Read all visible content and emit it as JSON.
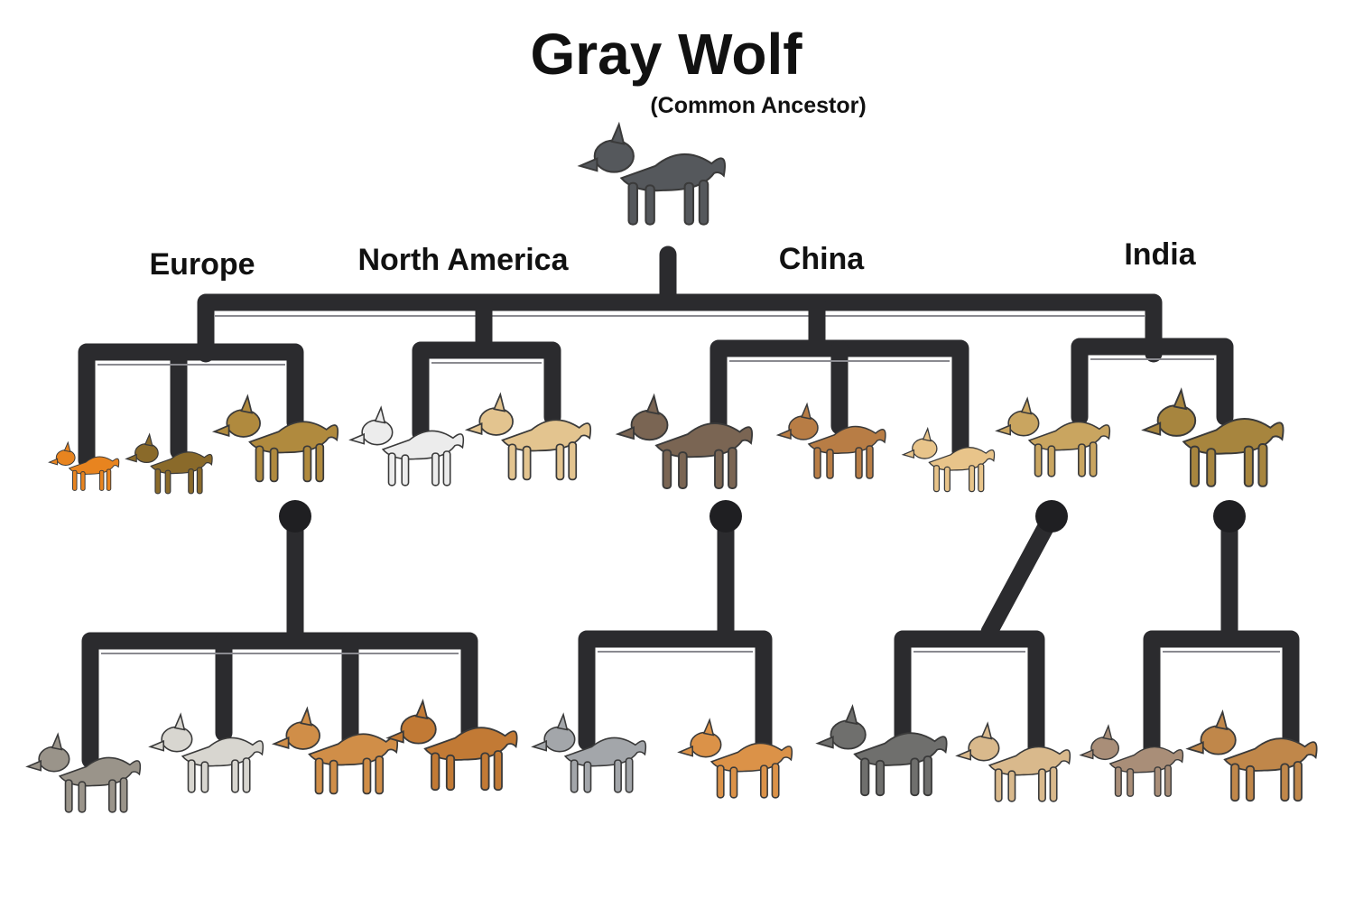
{
  "title": "Gray Wolf",
  "subtitle": "(Common Ancestor)",
  "regions": [
    "Europe",
    "North America",
    "China",
    "India"
  ],
  "colors": {
    "branch": "#2b2b2e",
    "wolf": "#4e5054",
    "text": "#111111"
  },
  "animals": [
    {
      "name": "wolf-illustration",
      "color": "#55585c"
    },
    {
      "name": "pomeranian-dog",
      "color": "#e8841f"
    },
    {
      "name": "terrier-dog",
      "color": "#8a6a2a"
    },
    {
      "name": "golden-hound-dog",
      "color": "#b08a3e"
    },
    {
      "name": "samoyed-dog",
      "color": "#ececec"
    },
    {
      "name": "cream-spitz-dog",
      "color": "#e3c48f"
    },
    {
      "name": "brown-village-dog",
      "color": "#7a6553"
    },
    {
      "name": "chow-chow-dog",
      "color": "#b87d45"
    },
    {
      "name": "pekingese-dog",
      "color": "#e8c48a"
    },
    {
      "name": "sighthound-dog",
      "color": "#c9a560"
    },
    {
      "name": "bloodhound-dog",
      "color": "#a7853e"
    },
    {
      "name": "pug-dog",
      "color": "#9a948a"
    },
    {
      "name": "white-mastiff-dog",
      "color": "#d8d6d0"
    },
    {
      "name": "orange-mastiff-dog",
      "color": "#d08e48"
    },
    {
      "name": "rust-pointer-dog",
      "color": "#c27a35"
    },
    {
      "name": "gray-husky-dog",
      "color": "#a3a6aa"
    },
    {
      "name": "orange-short-dog",
      "color": "#db9248"
    },
    {
      "name": "gray-shaggy-dog",
      "color": "#6f6f6d"
    },
    {
      "name": "merle-collie-dog",
      "color": "#d9b98c"
    },
    {
      "name": "spotted-terrier-dog",
      "color": "#a98e78"
    },
    {
      "name": "spaniel-dog",
      "color": "#c0874a"
    }
  ]
}
